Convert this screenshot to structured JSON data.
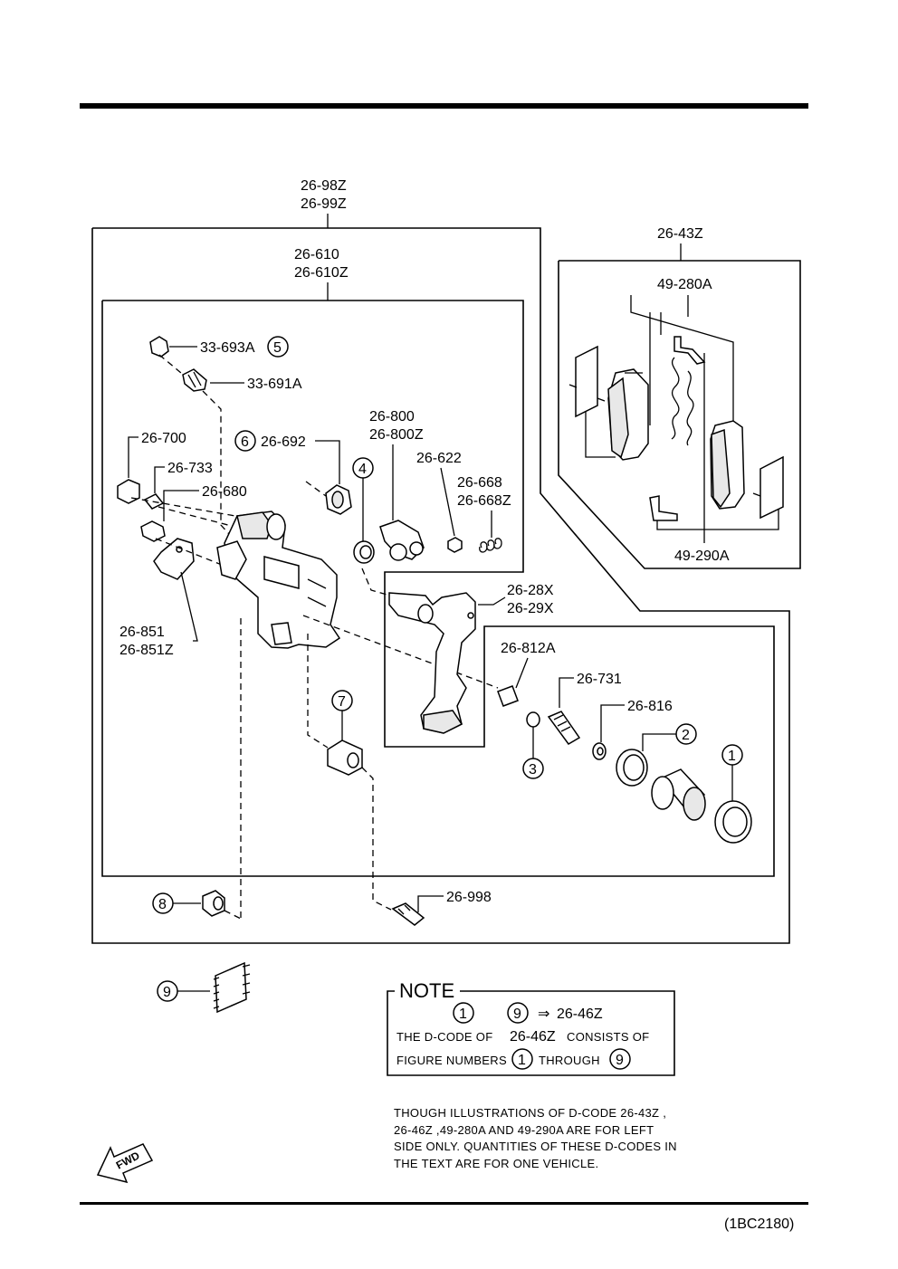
{
  "labels": {
    "assy_a": "26-98Z",
    "assy_b": "26-99Z",
    "caliper_a": "26-610",
    "caliper_b": "26-610Z",
    "pad_kit": "26-43Z",
    "pad_a": "49-280A",
    "pad_b": "49-290A",
    "cap": "33-693A",
    "bleeder": "33-691A",
    "bolt": "26-700",
    "bolt2": "26-733",
    "bolt3": "26-680",
    "boot": "26-692",
    "lever_a": "26-800",
    "lever_b": "26-800Z",
    "nut": "26-622",
    "spring_a": "26-668",
    "spring_b": "26-668Z",
    "bracket_a": "26-851",
    "bracket_b": "26-851Z",
    "mount_a": "26-28X",
    "mount_b": "26-29X",
    "pin": "26-812A",
    "adjuster": "26-731",
    "washer": "26-816",
    "guide_pin": "26-998",
    "c1": "1",
    "c2": "2",
    "c3": "3",
    "c4": "4",
    "c5": "5",
    "c6": "6",
    "c7": "7",
    "c8": "8",
    "c9": "9"
  },
  "note": {
    "title": "NOTE",
    "from": "1",
    "to": "9",
    "arrow": "⇒",
    "target": "26-46Z",
    "line1_pre": "THE D-CODE OF",
    "line1_code": "26-46Z",
    "line1_post": "CONSISTS OF",
    "line2_pre": "FIGURE NUMBERS",
    "line2_from": "1",
    "line2_mid": "THROUGH",
    "line2_to": "9"
  },
  "disclaimer": {
    "line1": "THOUGH ILLUSTRATIONS OF D-CODE 26-43Z ,",
    "line2": "26-46Z ,49-280A AND 49-290A ARE FOR LEFT",
    "line3": "SIDE ONLY. QUANTITIES OF THESE D-CODES IN",
    "line4": "THE TEXT ARE FOR ONE VEHICLE."
  },
  "fwd_label": "FWD",
  "figure_code": "(1BC2180)"
}
